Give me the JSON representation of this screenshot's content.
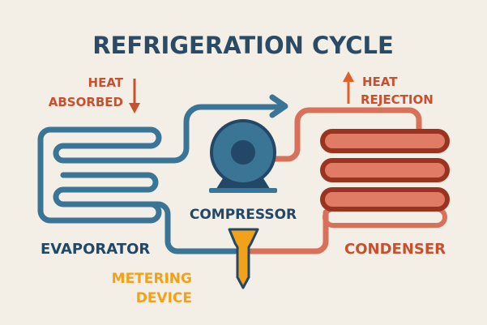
{
  "title": "REFRIGERATION CYCLE",
  "labels": {
    "heat_absorbed_line1": "HEAT",
    "heat_absorbed_line2": "ABSORBED",
    "heat_rejection_line1": "HEAT",
    "heat_rejection_line2": "REJECTION",
    "evaporator": "EVAPORATOR",
    "compressor": "COMPRESSOR",
    "condenser": "CONDENSER",
    "metering_line1": "METERING",
    "metering_line2": "DEVICE"
  },
  "colors": {
    "background": "#f4efe6",
    "title": "#2a4a66",
    "low_side_pipe": "#3a7596",
    "compressor_dark": "#234766",
    "heat_text": "#c8502e",
    "high_side_pipe": "#d9705a",
    "condenser_coil": "#9a3420",
    "condenser_fill": "#e07b66",
    "metering": "#f2a118"
  }
}
